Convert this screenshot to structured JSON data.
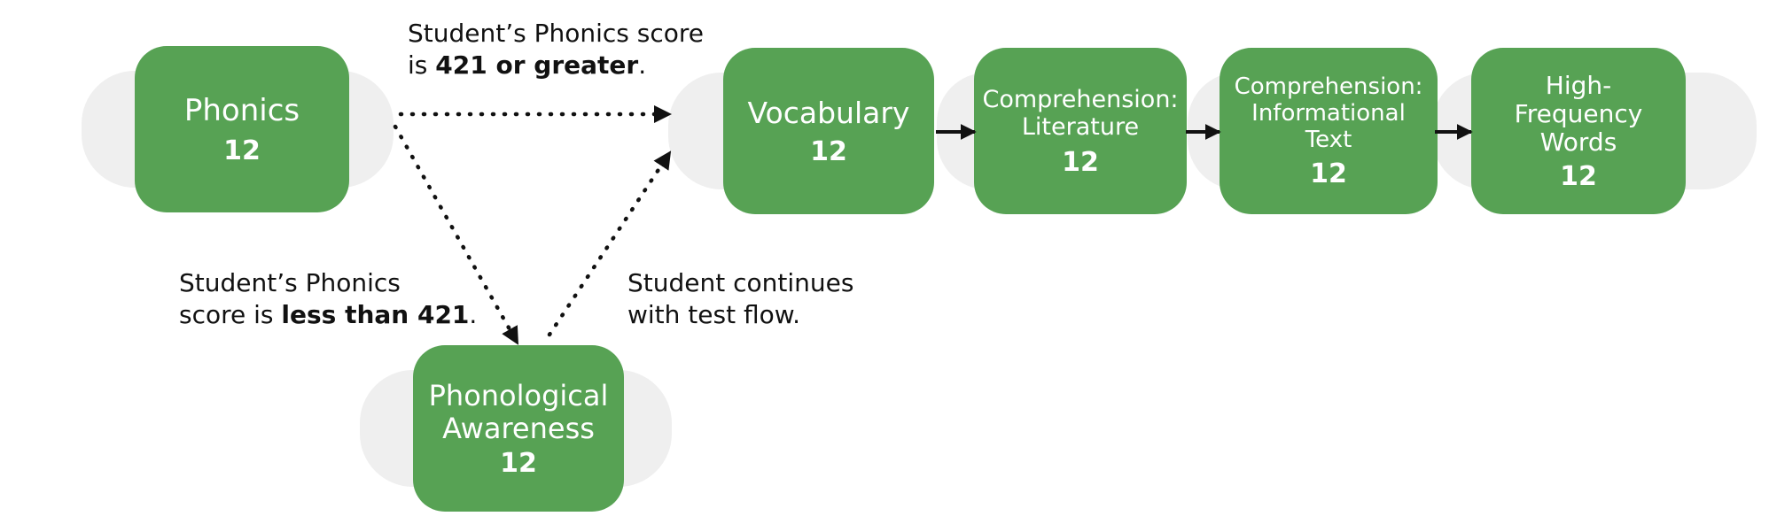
{
  "colors": {
    "node_fill": "#57a254",
    "node_cap": "#efefef",
    "node_text": "#ffffff",
    "text": "#111111",
    "connector": "#111111"
  },
  "nodes": {
    "phonics": {
      "label": "Phonics",
      "count": "12"
    },
    "phonological": {
      "label": "Phonological\nAwareness",
      "count": "12"
    },
    "vocabulary": {
      "label": "Vocabulary",
      "count": "12"
    },
    "literature": {
      "label": "Comprehension:\nLiterature",
      "count": "12"
    },
    "informational": {
      "label": "Comprehension:\nInformational\nText",
      "count": "12"
    },
    "hfw": {
      "label": "High-\nFrequency\nWords",
      "count": "12"
    }
  },
  "annotations": {
    "top_line1": "Student’s Phonics score",
    "top_line2_prefix": "is ",
    "top_line2_bold": "421 or greater",
    "top_line2_suffix": ".",
    "left_line1": "Student’s Phonics",
    "left_line2_prefix": "score is ",
    "left_line2_bold": "less than 421",
    "left_line2_suffix": ".",
    "right_line1": "Student continues",
    "right_line2": "with test flow."
  }
}
